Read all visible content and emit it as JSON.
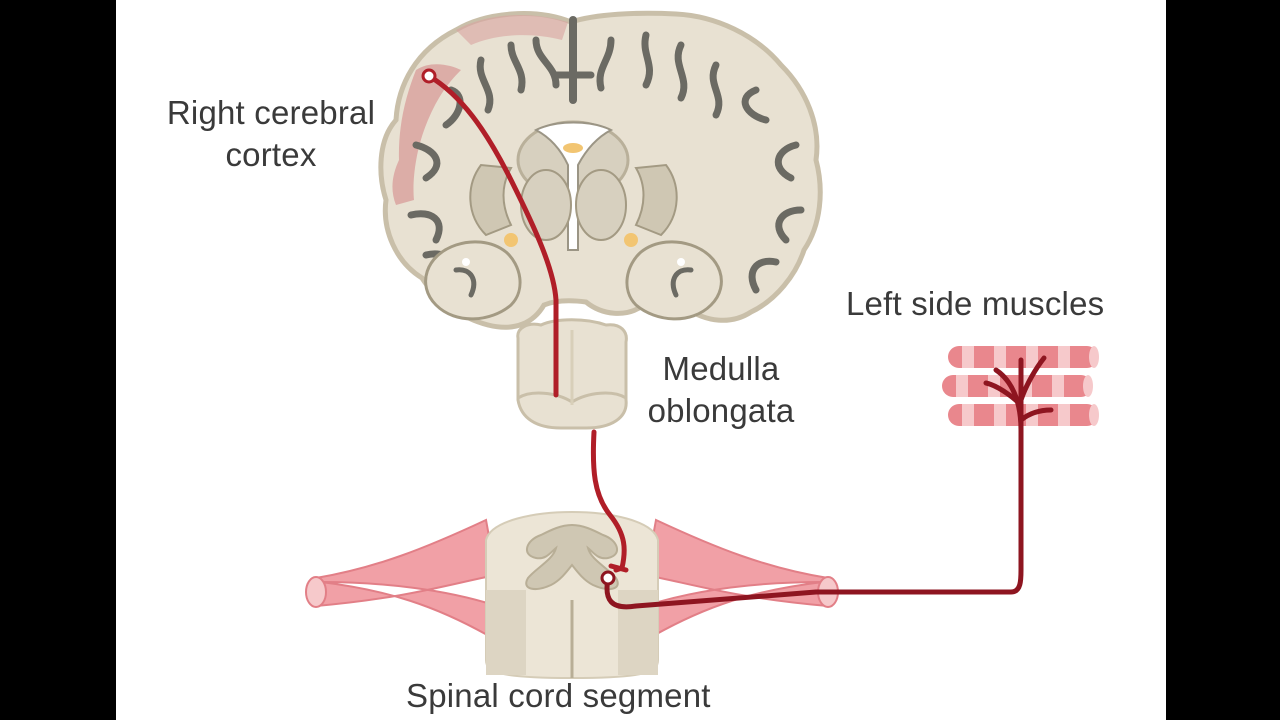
{
  "labels": {
    "cortex_line1": "Right cerebral",
    "cortex_line2": "cortex",
    "medulla_line1": "Medulla",
    "medulla_line2": "oblongata",
    "muscles": "Left side muscles",
    "spinal": "Spinal cord segment"
  },
  "colors": {
    "background": "#ffffff",
    "side_bars": "#000000",
    "brain_fill": "#e8e1d2",
    "brain_outline": "#c9bfa9",
    "sulci": "#6b6a63",
    "cortex_highlight": "#d9a3a0",
    "nerve_pathway": "#b01e28",
    "muscle_pink": "#e9878d",
    "muscle_light": "#f6c9cb",
    "nerve_roots": "#f1a0a6"
  },
  "icons": [
    "neuron-cell-body-marker"
  ]
}
